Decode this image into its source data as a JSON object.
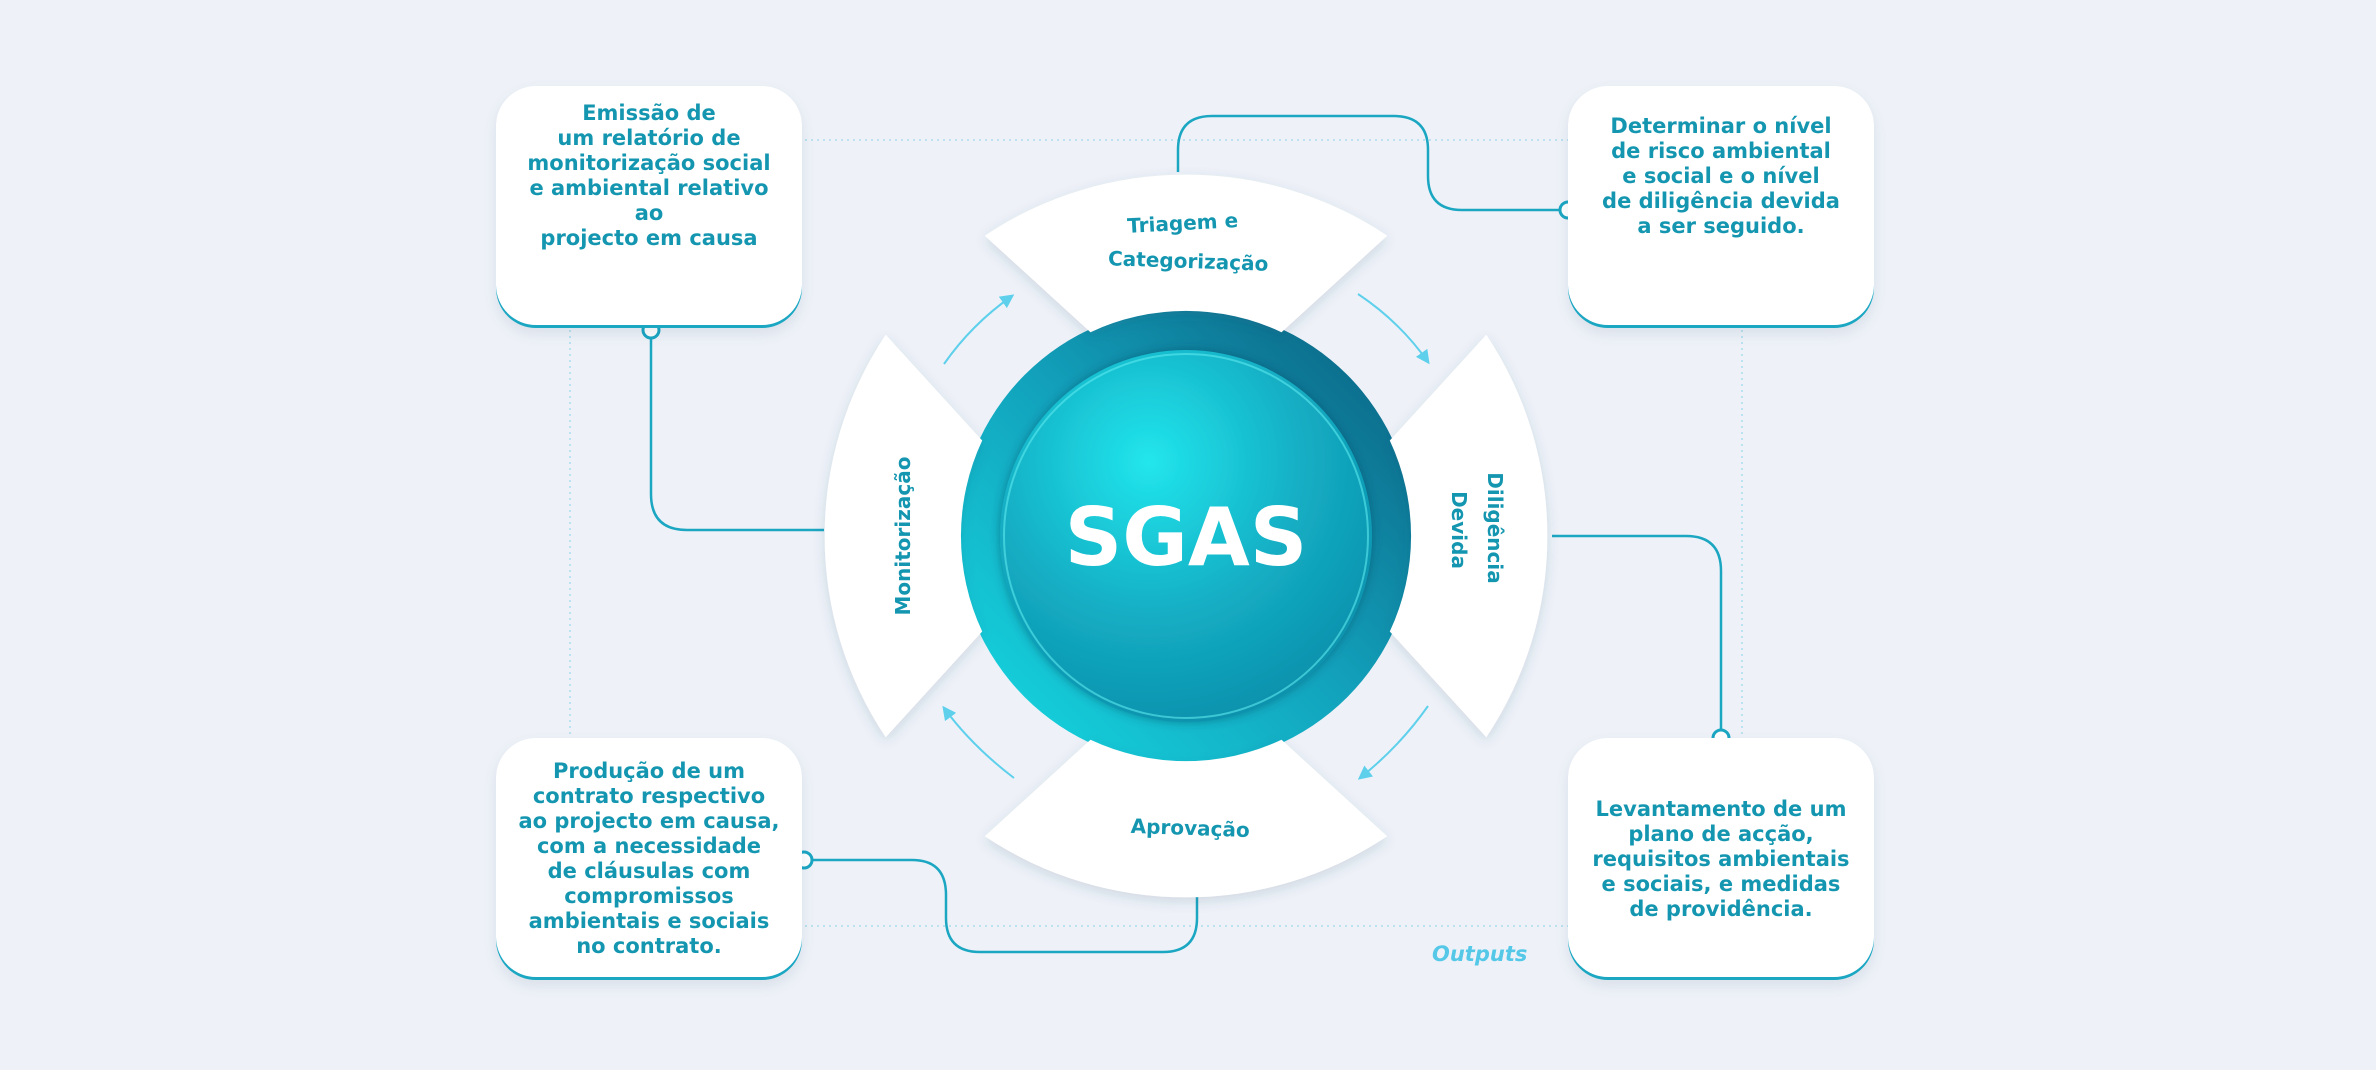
{
  "center": {
    "label": "SGAS"
  },
  "segments": {
    "top": {
      "line1": "Triagem e",
      "line2": "Categorização"
    },
    "right": {
      "line1": "Diligência",
      "line2": "Devida"
    },
    "bottom": {
      "line1": "Aprovação"
    },
    "left": {
      "line1": "Monitorização"
    }
  },
  "cards": {
    "top_left": "Emissão de\num relatório de\nmonitorização social\ne ambiental relativo ao\nprojecto em causa",
    "top_right": "Determinar o nível\nde risco ambiental\ne social e o nível\nde diligência devida\na ser seguido.",
    "bottom_left": "Produção de um\ncontrato respectivo\nao projecto em causa,\ncom a necessidade\nde cláusulas com\ncompromissos\nambientais e sociais\nno contrato.",
    "bottom_right": "Levantamento de um\nplano de acção,\nrequisitos ambientais\ne sociais, e medidas\nde providência."
  },
  "outputs_label": "Outputs",
  "colors": {
    "background": "#eef2f8",
    "accent": "#1496b0",
    "line": "#1ba6c2",
    "dotted": "#9fd9ea",
    "outputs": "#55c8e8",
    "ring_dark": "#0a5f80",
    "ring_light": "#14d2dc"
  }
}
